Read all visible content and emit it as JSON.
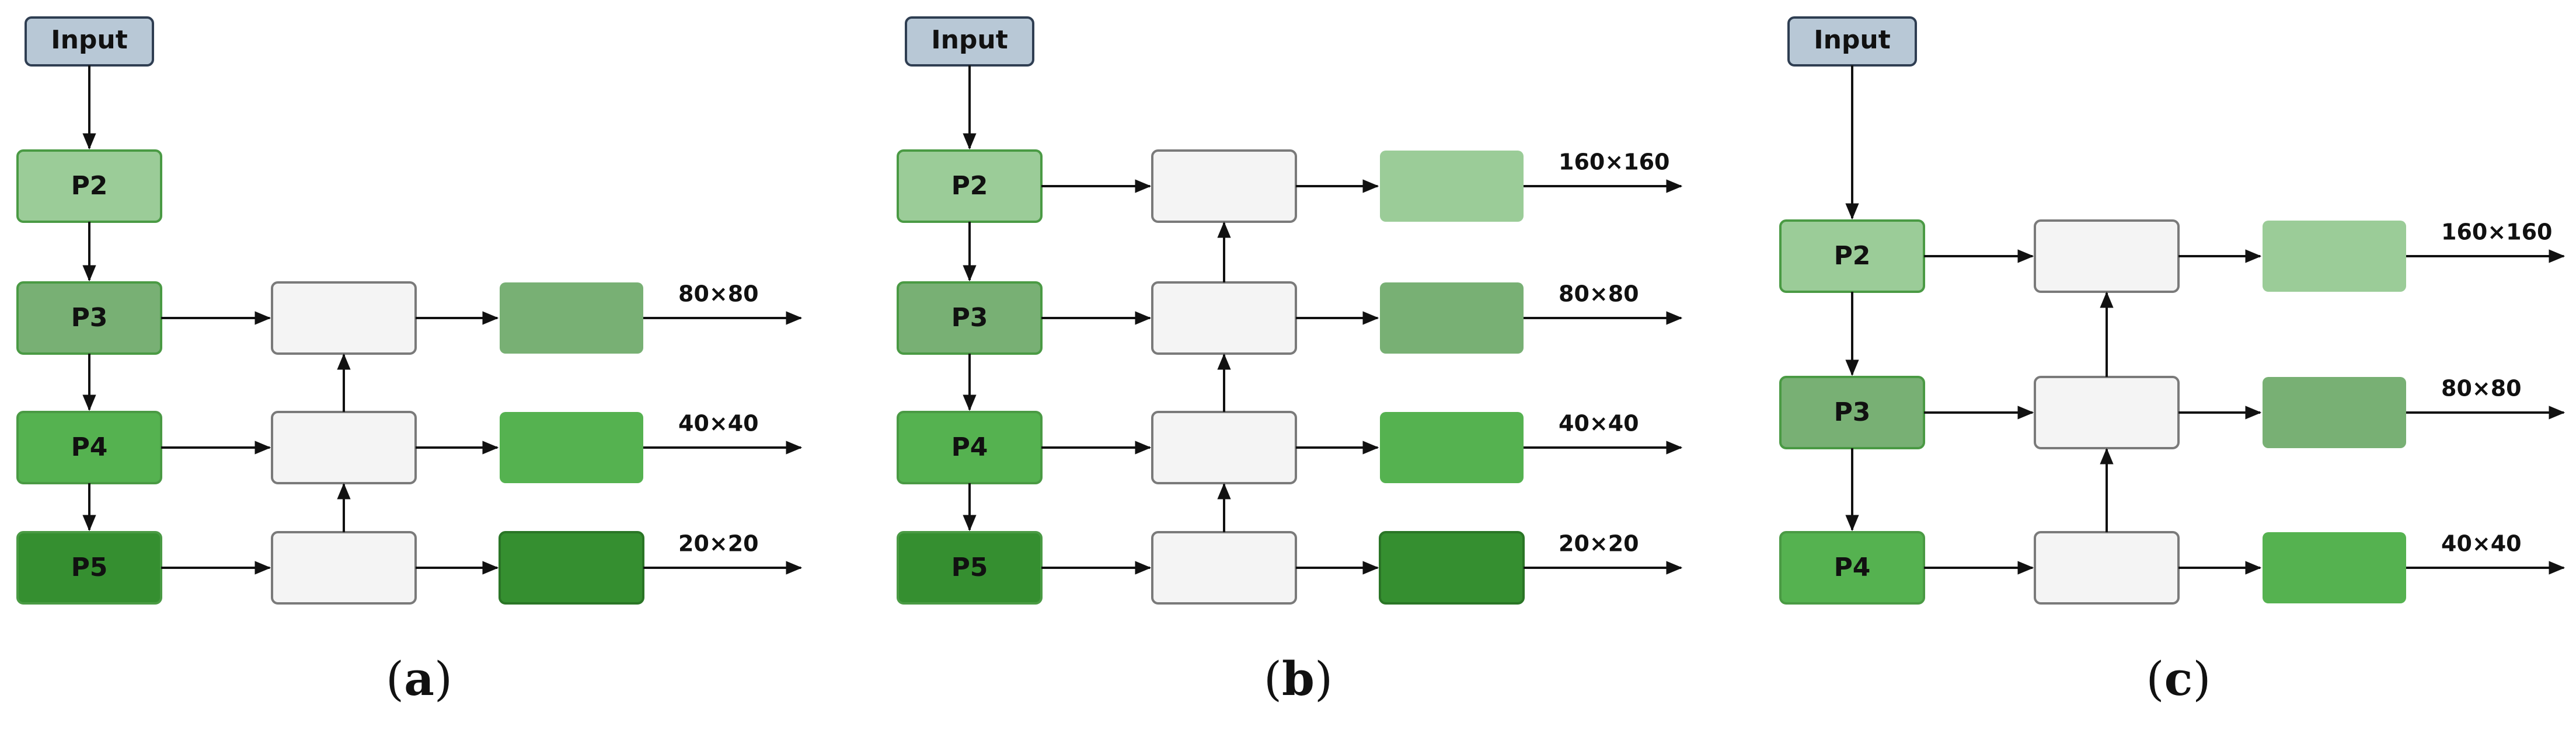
{
  "colors": {
    "input_fill": "#b8c8d6",
    "input_stroke": "#2f3e52",
    "p2_fill": "#9bcc98",
    "p3_fill": "#78b074",
    "p4_fill": "#55b250",
    "p5_fill": "#358f30",
    "node_stroke": "#4a9a44",
    "empty_fill": "#f4f4f4",
    "empty_stroke": "#7a7a7a",
    "arrow": "#111111"
  },
  "panels": [
    {
      "id": "a",
      "input_label": "Input",
      "levels": [
        {
          "label": "P2",
          "color": "p2_fill",
          "fused": false,
          "output": null
        },
        {
          "label": "P3",
          "color": "p3_fill",
          "fused": true,
          "output": "80×80"
        },
        {
          "label": "P4",
          "color": "p4_fill",
          "fused": true,
          "output": "40×40"
        },
        {
          "label": "P5",
          "color": "p5_fill",
          "fused": true,
          "output": "20×20"
        }
      ],
      "caption": {
        "open": "(",
        "letter": "a",
        "close": ")"
      }
    },
    {
      "id": "b",
      "input_label": "Input",
      "levels": [
        {
          "label": "P2",
          "color": "p2_fill",
          "fused": true,
          "output": "160×160"
        },
        {
          "label": "P3",
          "color": "p3_fill",
          "fused": true,
          "output": "80×80"
        },
        {
          "label": "P4",
          "color": "p4_fill",
          "fused": true,
          "output": "40×40"
        },
        {
          "label": "P5",
          "color": "p5_fill",
          "fused": true,
          "output": "20×20"
        }
      ],
      "caption": {
        "open": "(",
        "letter": "b",
        "close": ")"
      }
    },
    {
      "id": "c",
      "input_label": "Input",
      "levels": [
        {
          "label": "P2",
          "color": "p2_fill",
          "fused": true,
          "output": "160×160"
        },
        {
          "label": "P3",
          "color": "p3_fill",
          "fused": true,
          "output": "80×80"
        },
        {
          "label": "P4",
          "color": "p4_fill",
          "fused": true,
          "output": "40×40"
        }
      ],
      "caption": {
        "open": "(",
        "letter": "c",
        "close": ")"
      }
    }
  ]
}
